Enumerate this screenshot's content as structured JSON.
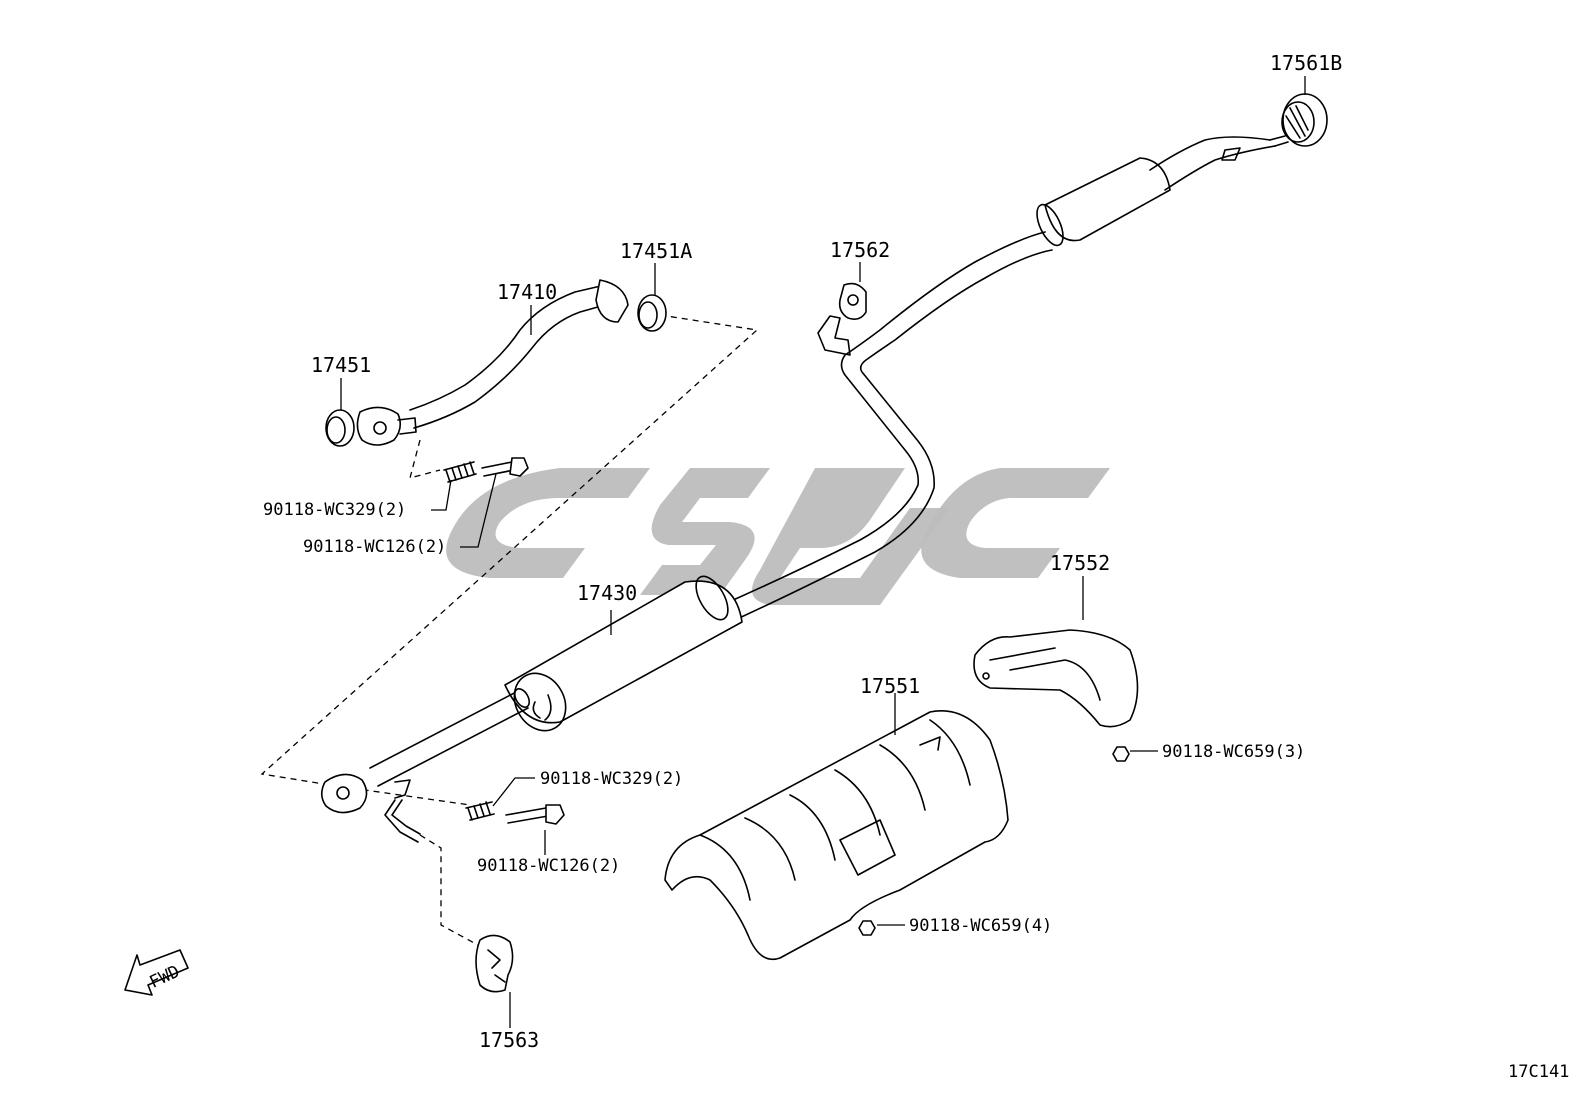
{
  "diagram_code": "17C141",
  "fwd_label": "FWD",
  "watermark": "CSDC",
  "parts": {
    "p17561B": "17561B",
    "p17562": "17562",
    "p17451A": "17451A",
    "p17410": "17410",
    "p17451": "17451",
    "p17430": "17430",
    "p17552": "17552",
    "p17551": "17551",
    "p17563": "17563",
    "spring_top": "90118-WC329(2)",
    "bolt_top": "90118-WC126(2)",
    "spring_bottom": "90118-WC329(2)",
    "bolt_bottom": "90118-WC126(2)",
    "nut_17552": "90118-WC659(3)",
    "nut_17551": "90118-WC659(4)"
  }
}
